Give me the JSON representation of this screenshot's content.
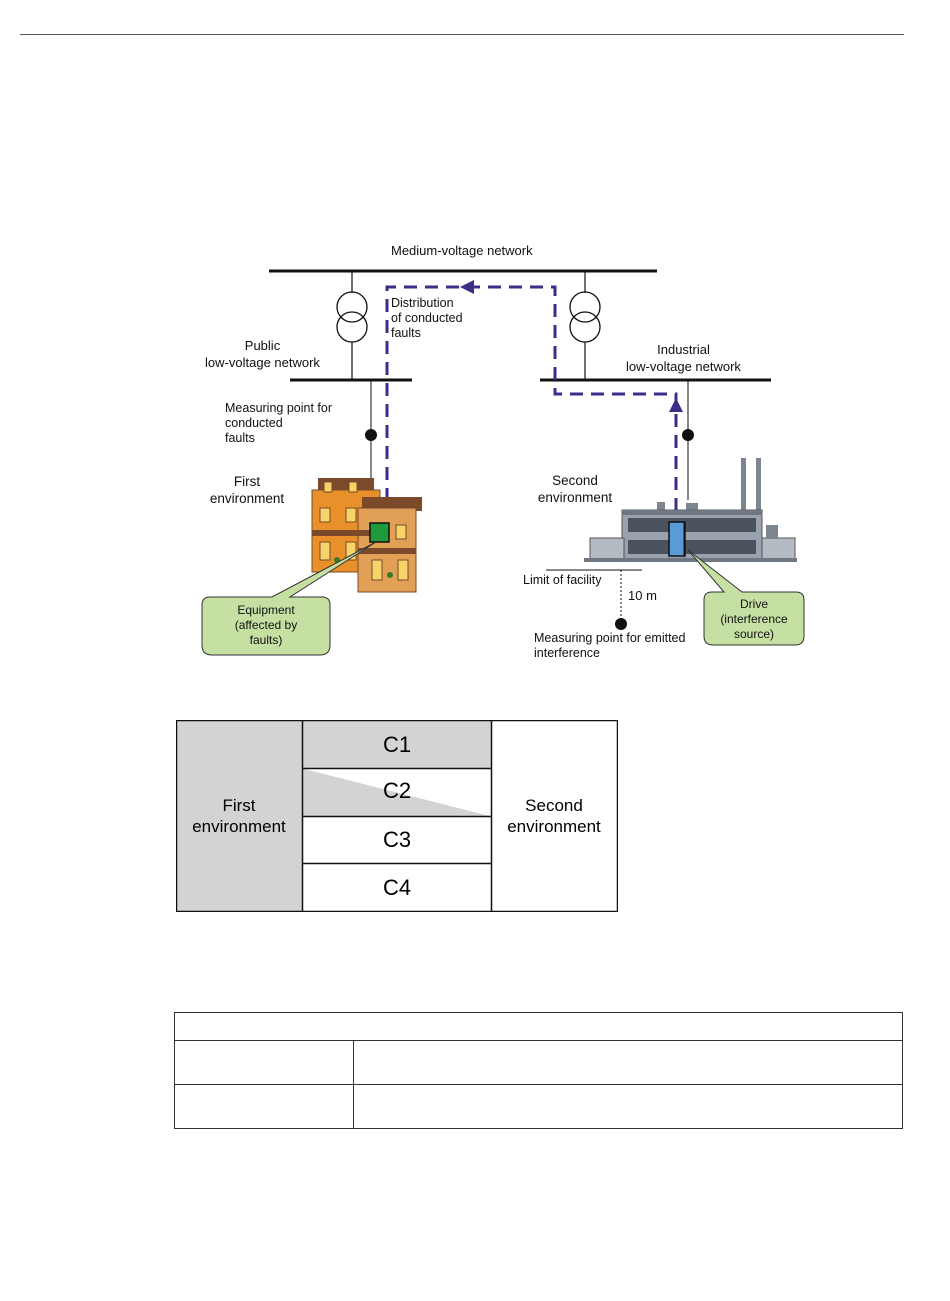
{
  "diagram": {
    "labels": {
      "medium_voltage": "Medium-voltage network",
      "distribution": [
        "Distribution",
        "of conducted",
        "faults"
      ],
      "public_lv": [
        "Public",
        "low-voltage network"
      ],
      "industrial_lv": [
        "Industrial",
        "low-voltage network"
      ],
      "measuring_conducted": [
        "Measuring point for",
        "conducted",
        "faults"
      ],
      "first_env": [
        "First",
        "environment"
      ],
      "second_env": [
        "Second",
        "environment"
      ],
      "limit_facility": "Limit of facility",
      "distance": "10 m",
      "measuring_emitted": [
        "Measuring point for emitted",
        "interference"
      ],
      "equipment": [
        "Equipment",
        "(affected by",
        "faults)"
      ],
      "drive": [
        "Drive",
        "(interference",
        "source)"
      ]
    },
    "colors": {
      "path": "#3b2e8a",
      "callout_fill": "#c6e0a4",
      "equipment_box": "#1f9a3a",
      "drive_box": "#5b9bd5",
      "house": "#e8902a",
      "factory": "#9aa3ad"
    }
  },
  "categories": {
    "first": "First environment",
    "second": "Second environment",
    "c1": "C1",
    "c2": "C2",
    "c3": "C3",
    "c4": "C4",
    "shade": "#d2d3d4"
  }
}
